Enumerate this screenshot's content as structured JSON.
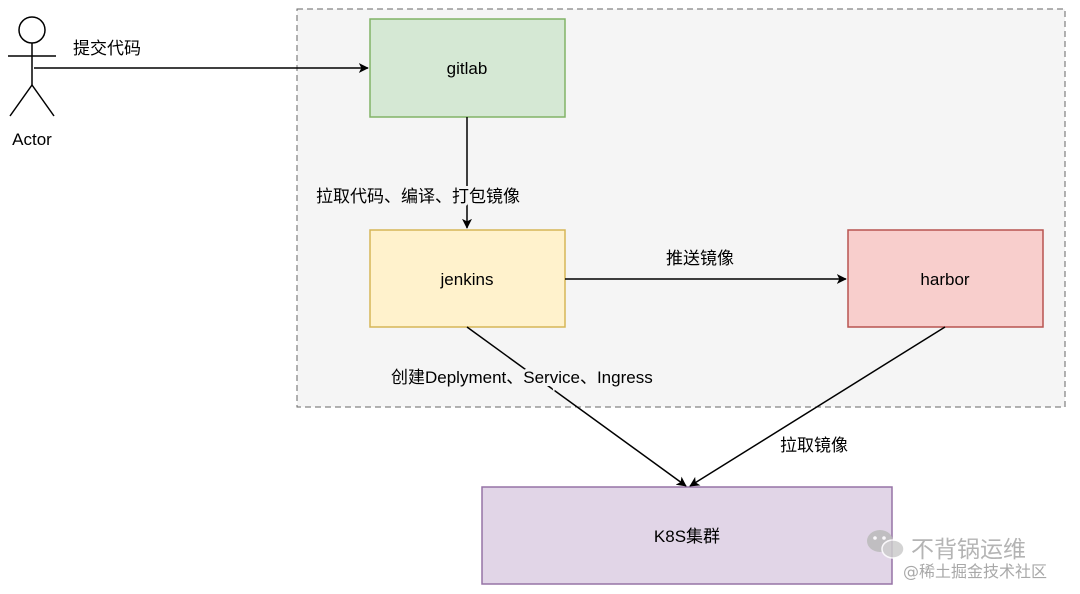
{
  "diagram": {
    "actor": {
      "label": "Actor"
    },
    "nodes": {
      "gitlab": {
        "label": "gitlab",
        "fill": "#d5e8d4",
        "stroke": "#82b366"
      },
      "jenkins": {
        "label": "jenkins",
        "fill": "#fff2cc",
        "stroke": "#d6b656"
      },
      "harbor": {
        "label": "harbor",
        "fill": "#f8cecc",
        "stroke": "#b85450"
      },
      "k8s": {
        "label": "K8S集群",
        "fill": "#e1d5e7",
        "stroke": "#9673a6"
      }
    },
    "group": {
      "fill": "#f5f5f5",
      "stroke": "#666666"
    },
    "edges": {
      "actor_to_gitlab": "提交代码",
      "gitlab_to_jenkins": "拉取代码、编译、打包镜像",
      "jenkins_to_harbor": "推送镜像",
      "jenkins_to_k8s": "创建Deplyment、Service、Ingress",
      "harbor_to_k8s": "拉取镜像"
    }
  },
  "watermark": {
    "line1": "不背锅运维",
    "line2": "@稀土掘金技术社区",
    "icon": "wechat-icon"
  }
}
